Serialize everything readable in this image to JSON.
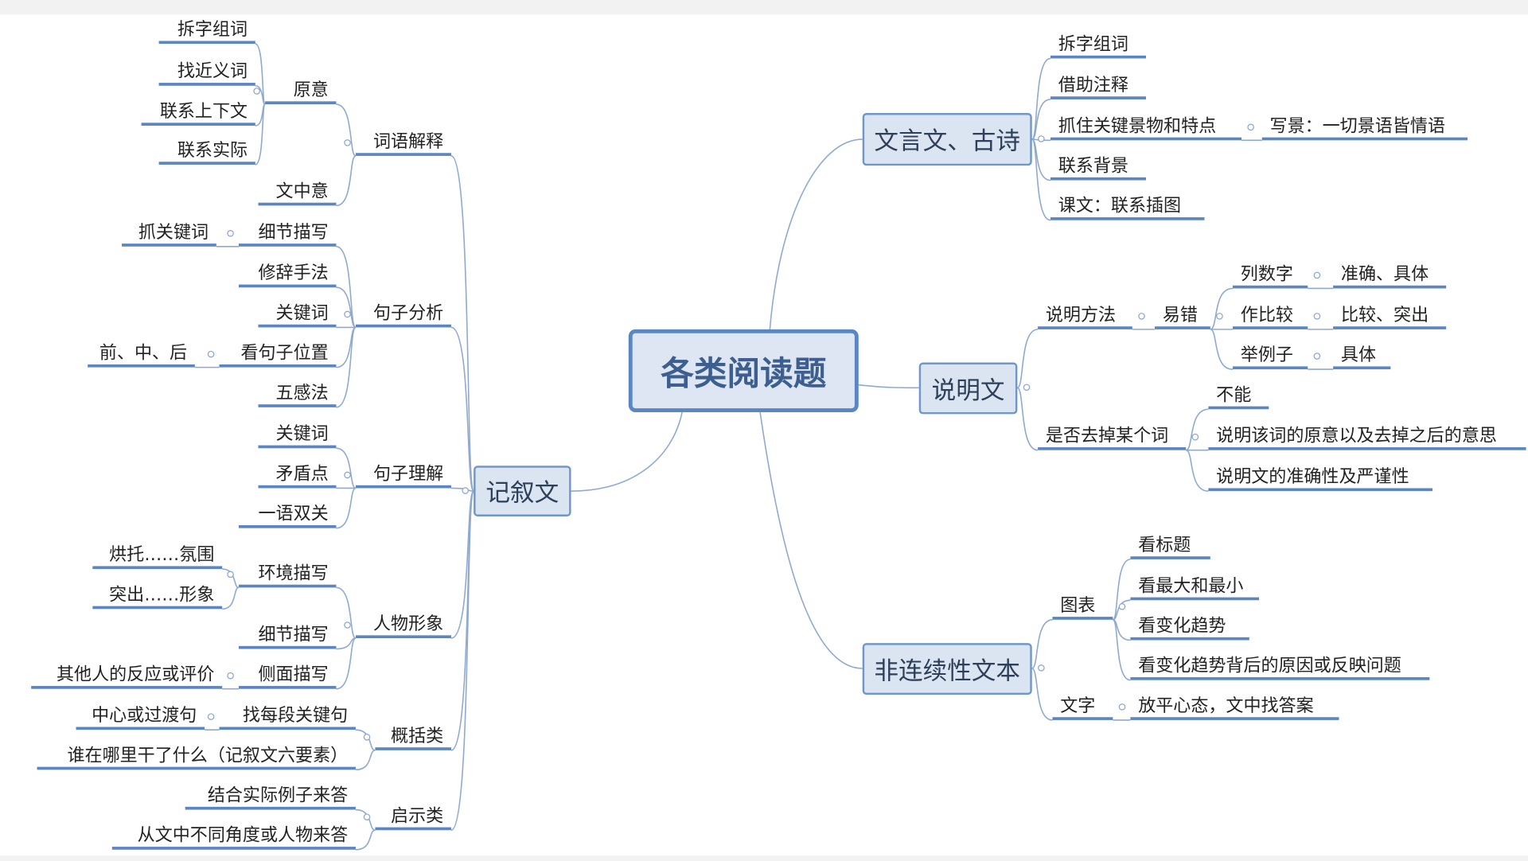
{
  "root": {
    "label": "各类阅读题"
  },
  "narrative": {
    "label": "记叙文",
    "children": [
      {
        "label": "词语解释",
        "children": [
          {
            "label": "原意",
            "children": [
              {
                "label": "拆字组词"
              },
              {
                "label": "找近义词"
              },
              {
                "label": "联系上下文"
              },
              {
                "label": "联系实际"
              }
            ]
          },
          {
            "label": "文中意"
          }
        ]
      },
      {
        "label": "句子分析",
        "children": [
          {
            "label": "细节描写",
            "children": [
              {
                "label": "抓关键词"
              }
            ]
          },
          {
            "label": "修辞手法"
          },
          {
            "label": "关键词"
          },
          {
            "label": "看句子位置",
            "children": [
              {
                "label": "前、中、后"
              }
            ]
          },
          {
            "label": "五感法"
          }
        ]
      },
      {
        "label": "句子理解",
        "children": [
          {
            "label": "关键词"
          },
          {
            "label": "矛盾点"
          },
          {
            "label": "一语双关"
          }
        ]
      },
      {
        "label": "人物形象",
        "children": [
          {
            "label": "环境描写",
            "children": [
              {
                "label": "烘托……氛围"
              },
              {
                "label": "突出……形象"
              }
            ]
          },
          {
            "label": "细节描写"
          },
          {
            "label": "侧面描写",
            "children": [
              {
                "label": "其他人的反应或评价"
              }
            ]
          }
        ]
      },
      {
        "label": "概括类",
        "children": [
          {
            "label": "找每段关键句",
            "children": [
              {
                "label": "中心或过渡句"
              }
            ]
          },
          {
            "label": "谁在哪里干了什么（记叙文六要素）"
          }
        ]
      },
      {
        "label": "启示类",
        "children": [
          {
            "label": "结合实际例子来答"
          },
          {
            "label": "从文中不同角度或人物来答"
          }
        ]
      }
    ]
  },
  "classical": {
    "label": "文言文、古诗",
    "children": [
      {
        "label": "拆字组词"
      },
      {
        "label": "借助注释"
      },
      {
        "label": "抓住关键景物和特点",
        "children": [
          {
            "label": "写景：一切景语皆情语"
          }
        ]
      },
      {
        "label": "联系背景"
      },
      {
        "label": "课文：联系插图"
      }
    ]
  },
  "exposition": {
    "label": "说明文",
    "children": [
      {
        "label": "说明方法",
        "children": [
          {
            "label": "易错",
            "children": [
              {
                "label": "列数字",
                "children": [
                  {
                    "label": "准确、具体"
                  }
                ]
              },
              {
                "label": "作比较",
                "children": [
                  {
                    "label": "比较、突出"
                  }
                ]
              },
              {
                "label": "举例子",
                "children": [
                  {
                    "label": "具体"
                  }
                ]
              }
            ]
          }
        ]
      },
      {
        "label": "是否去掉某个词",
        "children": [
          {
            "label": "不能"
          },
          {
            "label": "说明该词的原意以及去掉之后的意思"
          },
          {
            "label": "说明文的准确性及严谨性"
          }
        ]
      }
    ]
  },
  "noncontinuous": {
    "label": "非连续性文本",
    "children": [
      {
        "label": "图表",
        "children": [
          {
            "label": "看标题"
          },
          {
            "label": "看最大和最小"
          },
          {
            "label": "看变化趋势"
          },
          {
            "label": "看变化趋势背后的原因或反映问题"
          }
        ]
      },
      {
        "label": "文字",
        "children": [
          {
            "label": "放平心态，文中找答案"
          }
        ]
      }
    ]
  },
  "colors": {
    "line": "#5b86c2",
    "box_fill": "#dbe5f1",
    "box_border": "#7097c9"
  }
}
